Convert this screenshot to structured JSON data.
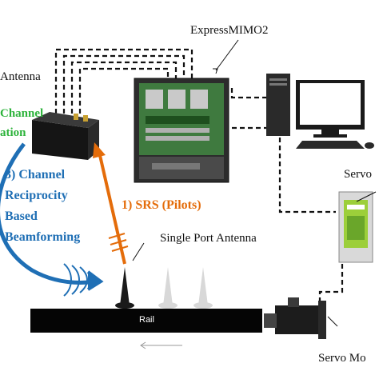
{
  "labels": {
    "top_antenna": "Antenna",
    "expressmimo": "ExpressMIMO2",
    "channel_est_line1": "Channel",
    "channel_est_line2": "ation",
    "reciprocity_line1": "3) Channel",
    "reciprocity_line2": "Reciprocity",
    "reciprocity_line3": "Based",
    "reciprocity_line4": "Beamforming",
    "srs": "1) SRS (Pilots)",
    "single_port_antenna": "Single Port Antenna",
    "servo_top": "Servo",
    "servo_bottom": "Servo Mo",
    "rail": "Rail"
  },
  "colors": {
    "blue": "#1f6fb5",
    "green": "#2db33b",
    "orange": "#e46c0a",
    "dark": "#1a1a1a"
  }
}
